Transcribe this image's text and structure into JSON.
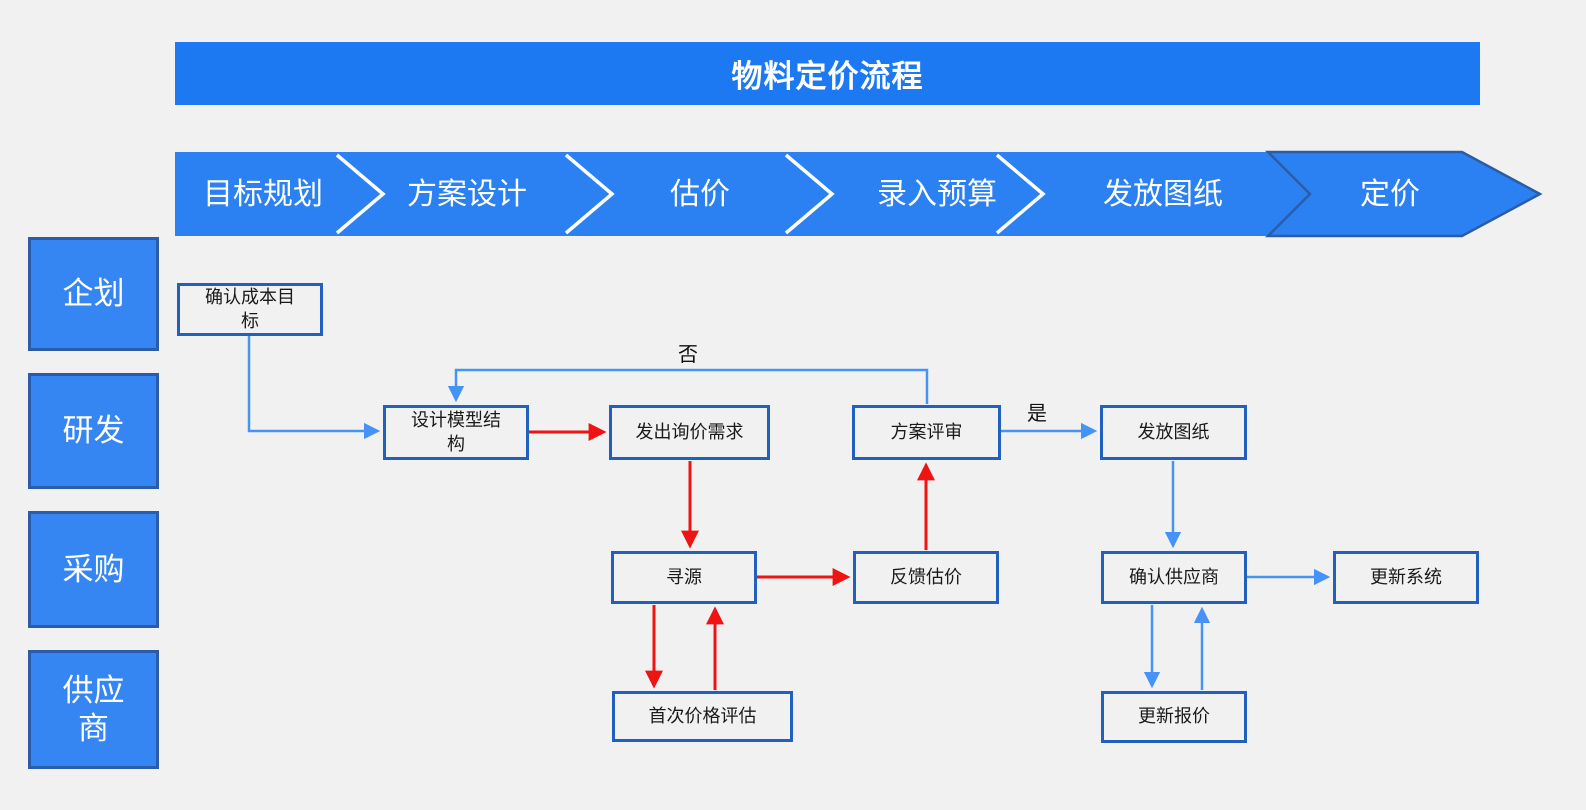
{
  "title": "物料定价流程",
  "stages": [
    {
      "label": "目标规划"
    },
    {
      "label": "方案设计"
    },
    {
      "label": "估价"
    },
    {
      "label": "录入预算"
    },
    {
      "label": "发放图纸"
    },
    {
      "label": "定价"
    }
  ],
  "lanes": [
    {
      "label": "企划"
    },
    {
      "label": "研发"
    },
    {
      "label": "采购"
    },
    {
      "label": "供应\n商"
    }
  ],
  "nodes": {
    "confirm_cost_target": {
      "label": "确认成本目\n标"
    },
    "design_model": {
      "label": "设计模型结\n构"
    },
    "send_inquiry": {
      "label": "发出询价需求"
    },
    "proposal_review": {
      "label": "方案评审"
    },
    "release_drawings": {
      "label": "发放图纸"
    },
    "sourcing": {
      "label": "寻源"
    },
    "feedback_estimate": {
      "label": "反馈估价"
    },
    "confirm_supplier": {
      "label": "确认供应商"
    },
    "update_system": {
      "label": "更新系统"
    },
    "first_price_eval": {
      "label": "首次价格评估"
    },
    "update_quote": {
      "label": "更新报价"
    }
  },
  "edge_labels": {
    "no": "否",
    "yes": "是"
  },
  "colors": {
    "banner_blue": "#1c79f1",
    "strip_blue": "#2b80f2",
    "lane_blue": "#3585f2",
    "lane_border": "#2b5ca9",
    "node_border": "#2160bd",
    "connector_blue": "#4593f7",
    "connector_red": "#ee1414",
    "pricing_arrow_border": "#2a5ca8",
    "background": "#f1f1f2"
  }
}
